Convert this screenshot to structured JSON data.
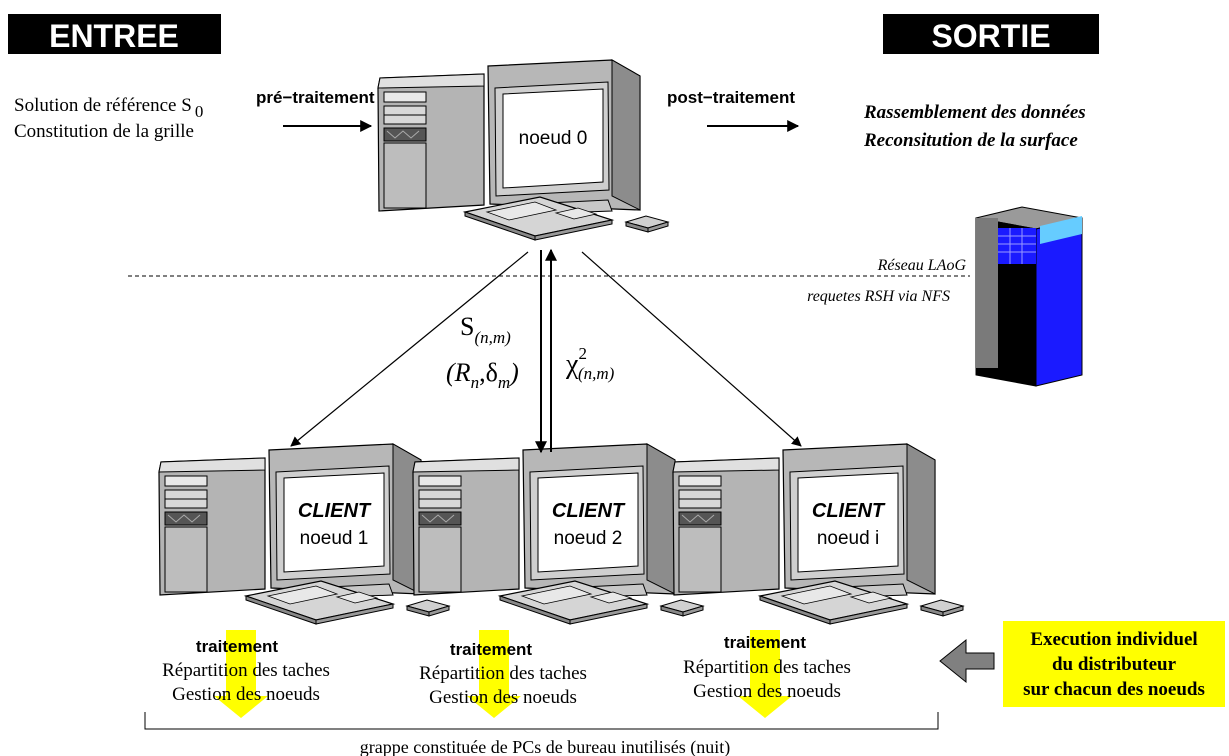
{
  "labels": {
    "entree": "ENTREE",
    "sortie": "SORTIE",
    "input_line1": "Solution de référence S",
    "input_sub": "0",
    "input_line2": "Constitution de la grille",
    "pre_traitement": "pré−traitement",
    "post_traitement": "post−traitement",
    "output_line1": "Rassemblement des données",
    "output_line2": "Reconsitution de la surface",
    "reseau": "Réseau LAoG",
    "requetes": "requetes RSH via NFS",
    "footer": "grappe constituée de PCs de bureau inutilisés (nuit)"
  },
  "master": {
    "name": "noeud 0"
  },
  "clients": [
    {
      "title": "CLIENT",
      "name": "noeud 1"
    },
    {
      "title": "CLIENT",
      "name": "noeud 2"
    },
    {
      "title": "CLIENT",
      "name": "noeud i"
    }
  ],
  "processing": [
    {
      "title": "traitement",
      "line1": "Répartition des taches",
      "line2": "Gestion des noeuds"
    },
    {
      "title": "traitement",
      "line1": "Répartition des taches",
      "line2": "Gestion des noeuds"
    },
    {
      "title": "traitement",
      "line1": "Répartition des taches",
      "line2": "Gestion des noeuds"
    }
  ],
  "math": {
    "s_main": "S",
    "s_sub": "(n,m)",
    "r_open": "(",
    "r_main": "R",
    "r_sub": "n",
    "comma": ",",
    "d_main": "δ",
    "d_sub": "m",
    "r_close": ")",
    "chi_main": "χ",
    "chi_sup": "2",
    "chi_sub": "(n,m)"
  },
  "execution": {
    "line1": "Execution individuel",
    "line2": "du distributeur",
    "line3": "sur chacun des noeuds"
  },
  "colors": {
    "highlight": "#ffff00",
    "server_blue": "#1a1aff",
    "server_light": "#66ccff",
    "bar_black": "#000000",
    "arrow_grey": "#808080"
  }
}
